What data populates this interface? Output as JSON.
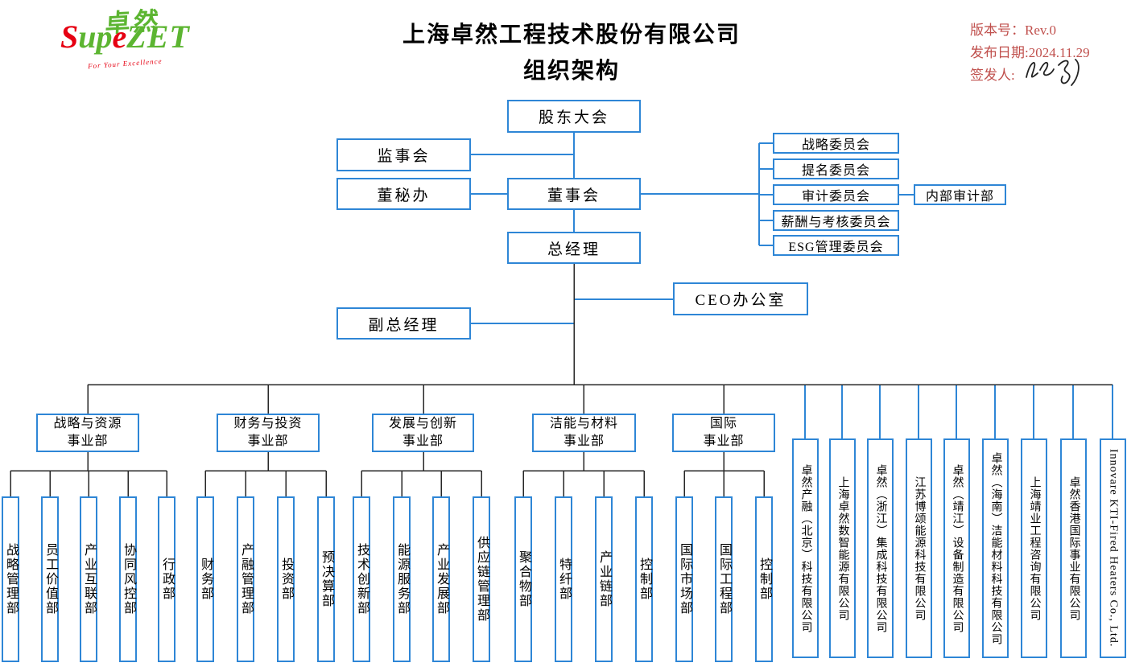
{
  "colors": {
    "box_border_blue": "#2E86D6",
    "connector_blue": "#2E86D6",
    "connector_black": "#262626",
    "accent_red": "#C0504D",
    "logo_green": "#5CB531",
    "logo_red": "#E60012"
  },
  "header": {
    "title_line1": "上海卓然工程技术股份有限公司",
    "title_line2": "组织架构",
    "version_label": "版本号：Rev.0",
    "date_label": "发布日期:2024.11.29",
    "signer_label": "签发人:",
    "logo": {
      "cjk": "卓然",
      "latin_s": "S",
      "latin_up": "up",
      "latin_e": "e",
      "latin_zet": "ZET",
      "tagline": "For Your Excellence"
    }
  },
  "org": {
    "nodes": {
      "shareholders": "股东大会",
      "supervisory": "监事会",
      "board_secretary": "董秘办",
      "board": "董事会",
      "general_manager": "总经理",
      "ceo_office": "CEO办公室",
      "deputy_gm": "副总经理",
      "internal_audit": "内部审计部"
    },
    "committees": [
      "战略委员会",
      "提名委员会",
      "审计委员会",
      "薪酬与考核委员会",
      "ESG管理委员会"
    ],
    "divisions": [
      {
        "line1": "战略与资源",
        "line2": "事业部",
        "departments": [
          "战略管理部",
          "员工价值部",
          "产业互联部",
          "协同风控部",
          "行政部"
        ]
      },
      {
        "line1": "财务与投资",
        "line2": "事业部",
        "departments": [
          "财务部",
          "产融管理部",
          "投资部",
          "预决算部"
        ]
      },
      {
        "line1": "发展与创新",
        "line2": "事业部",
        "departments": [
          "技术创新部",
          "能源服务部",
          "产业发展部",
          "供应链管理部"
        ]
      },
      {
        "line1": "洁能与材料",
        "line2": "事业部",
        "departments": [
          "聚合物部",
          "特纤部",
          "产业链部",
          "控制部"
        ]
      },
      {
        "line1": "国际",
        "line2": "事业部",
        "departments": [
          "国际市场部",
          "国际工程部",
          "控制部"
        ]
      }
    ],
    "subsidiaries": [
      "卓然产融（北京）科技有限公司",
      "上海卓然数智能源有限公司",
      "卓然（浙江）集成科技有限公司",
      "江苏博颂能源科技有限公司",
      "卓然（靖江）设备制造有限公司",
      "卓然（海南）洁能材料科技有限公司",
      "上海靖业工程咨询有限公司",
      "卓然香港国际事业有限公司",
      "Innovare KTI-Fired Heaters Co., Ltd."
    ]
  }
}
